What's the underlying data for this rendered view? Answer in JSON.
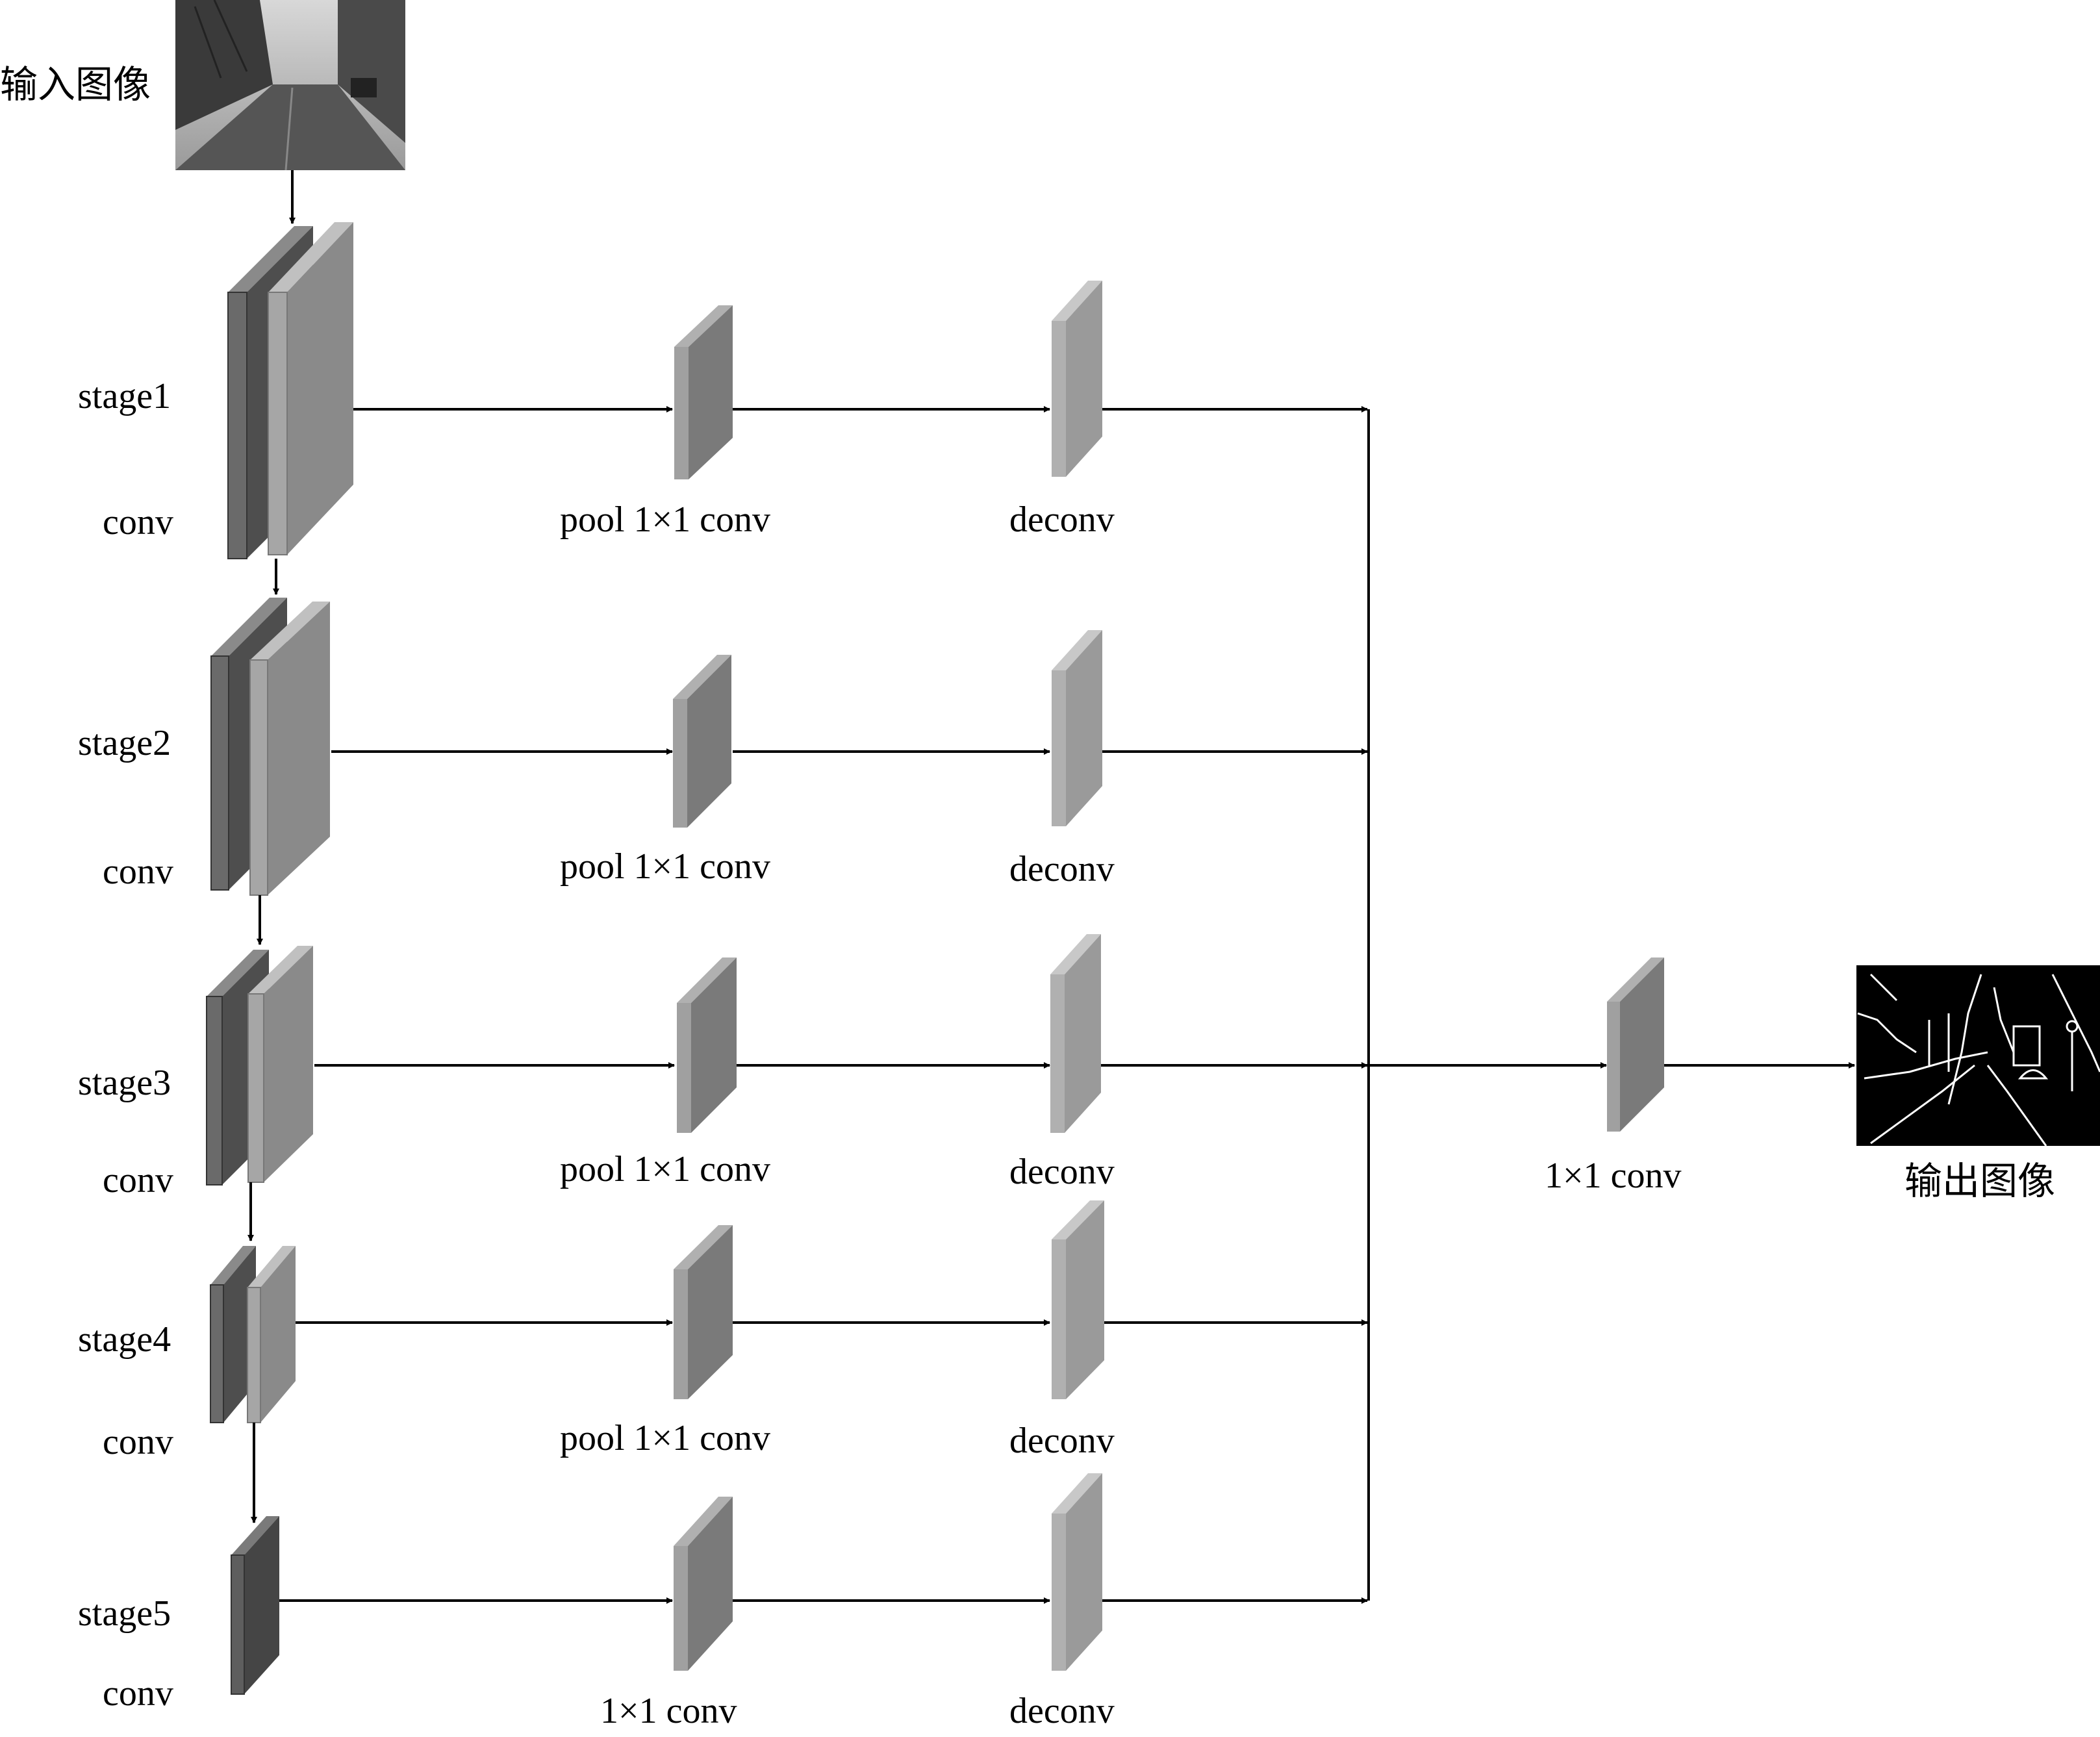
{
  "input_label": "输入图像",
  "output_label": "输出图像",
  "stages": [
    {
      "name": "stage1",
      "conv": "conv",
      "side_conv": "pool 1×1 conv",
      "deconv": "deconv"
    },
    {
      "name": "stage2",
      "conv": "conv",
      "side_conv": "pool 1×1 conv",
      "deconv": "deconv"
    },
    {
      "name": "stage3",
      "conv": "conv",
      "side_conv": "pool 1×1 conv",
      "deconv": "deconv"
    },
    {
      "name": "stage4",
      "conv": "conv",
      "side_conv": "pool 1×1 conv",
      "deconv": "deconv"
    },
    {
      "name": "stage5",
      "conv": "conv",
      "side_conv": "1×1 conv",
      "deconv": "deconv"
    }
  ],
  "fusion_label": "1×1 conv",
  "colors": {
    "dark_block": "#6a6a6a",
    "light_block": "#9a9a9a",
    "mid_block": "#858585",
    "line": "#000000"
  }
}
